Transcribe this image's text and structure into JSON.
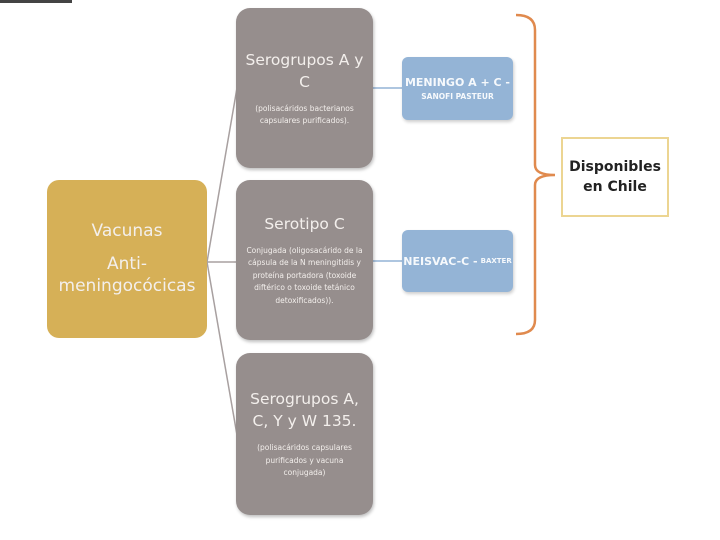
{
  "root": {
    "line1": "Vacunas",
    "line2": "Anti-meningocócicas"
  },
  "categories": [
    {
      "title": "Serogrupos A y C",
      "description": "(polisacáridos bacterianos capsulares purificados)."
    },
    {
      "title": "Serotipo C",
      "description": "Conjugada (oligosacárido de la cápsula de la N meningitidis y proteína portadora (toxoide diftérico o toxoide tetánico detoxificados))."
    },
    {
      "title": "Serogrupos A, C, Y y W 135.",
      "description": "(polisacáridos capsulares purificados y vacuna conjugada)"
    }
  ],
  "products": [
    {
      "name": "MENINGO A + C -",
      "maker": "SANOFI PASTEUR"
    },
    {
      "name": "NEISVAC-C -",
      "maker": "BAXTER"
    }
  ],
  "availability": {
    "line1": "Disponibles",
    "line2": "en Chile"
  },
  "colors": {
    "root": "#d6b057",
    "category": "#968e8d",
    "product": "#94b4d6",
    "bracket": "#e08a4e",
    "availability_border": "#ecd592",
    "connector": "#a8a0a0"
  }
}
